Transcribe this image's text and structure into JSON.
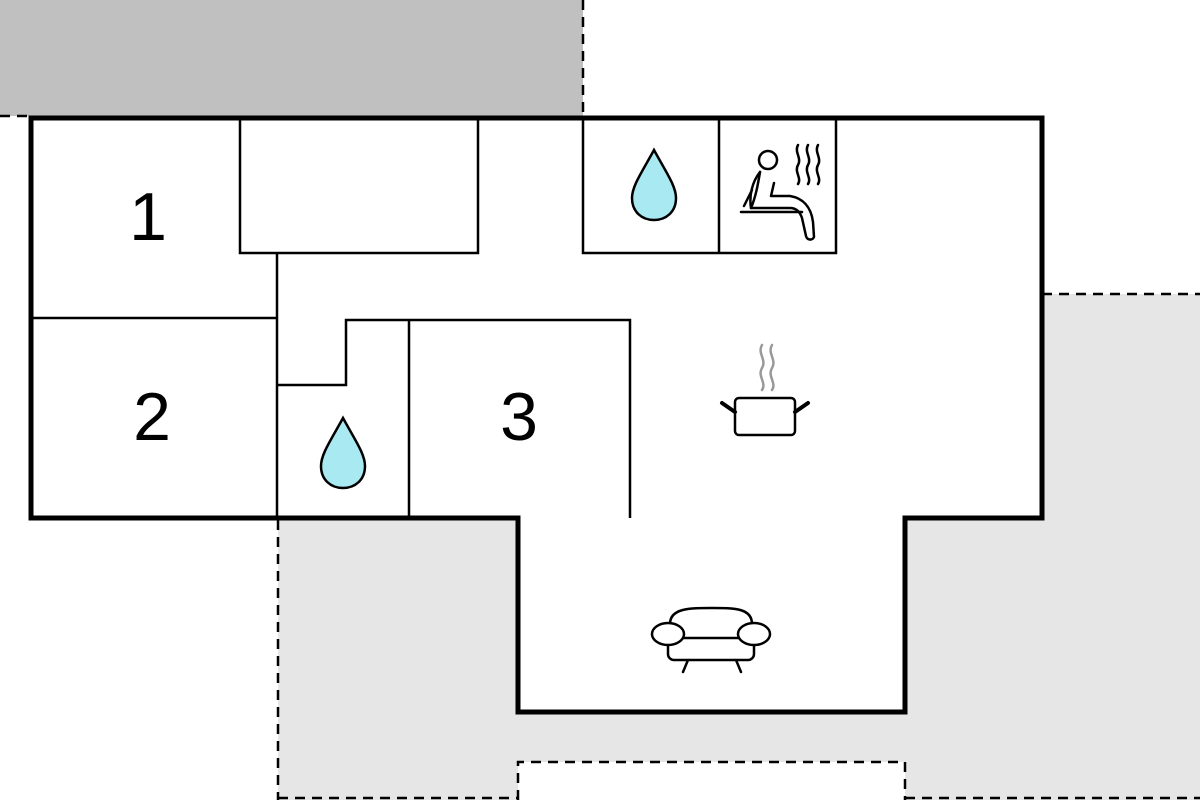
{
  "floorplan": {
    "colors": {
      "wall": "#000000",
      "terrace_dark": "#c0c0c0",
      "terrace_light": "#e6e6e6",
      "water_fill": "#a9e9f2",
      "steam": "#999999"
    },
    "rooms": [
      {
        "id": "bedroom-1",
        "label": "1"
      },
      {
        "id": "bedroom-2",
        "label": "2"
      },
      {
        "id": "bedroom-3",
        "label": "3"
      }
    ],
    "icons": [
      {
        "id": "bathroom-upper",
        "name": "water-drop-icon"
      },
      {
        "id": "bathroom-lower",
        "name": "water-drop-icon"
      },
      {
        "id": "sauna",
        "name": "sauna-icon"
      },
      {
        "id": "kitchen",
        "name": "cooking-pot-icon"
      },
      {
        "id": "living-room",
        "name": "sofa-icon"
      }
    ]
  }
}
